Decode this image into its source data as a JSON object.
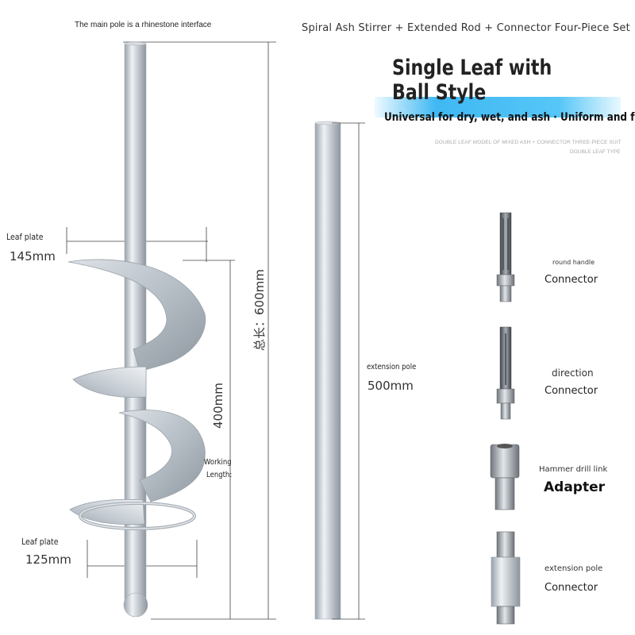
{
  "header": {
    "note": "The main pole is a rhinestone interface",
    "set_title": "Spiral Ash Stirrer + Extended Rod + Connector Four-Piece Set",
    "headline": "Single Leaf with Ball Style",
    "tagline": "Universal for dry, wet, and ash · Uniform and fast",
    "faint_line1": "DOUBLE LEAF MODEL OF MIXED ASH + CONNECTOR THREE-PIECE SUIT",
    "faint_line2": "DOUBLE LEAF TYPE"
  },
  "stirrer": {
    "leaf_top_label": "Leaf plate",
    "leaf_top_size": "145mm",
    "leaf_bottom_label": "Leaf plate",
    "leaf_bottom_size": "125mm",
    "total_length": "总长：600mm",
    "working_length_value": "400mm",
    "working_length_label_1": "Working",
    "working_length_label_2": "Length:"
  },
  "extension": {
    "label": "extension pole",
    "size": "500mm"
  },
  "parts": [
    {
      "top": "round handle",
      "name": "Connector"
    },
    {
      "top": "direction",
      "name": "Connector"
    },
    {
      "top": "Hammer drill link",
      "name": "Adapter"
    },
    {
      "top": "extension pole",
      "name": "Connector"
    }
  ]
}
